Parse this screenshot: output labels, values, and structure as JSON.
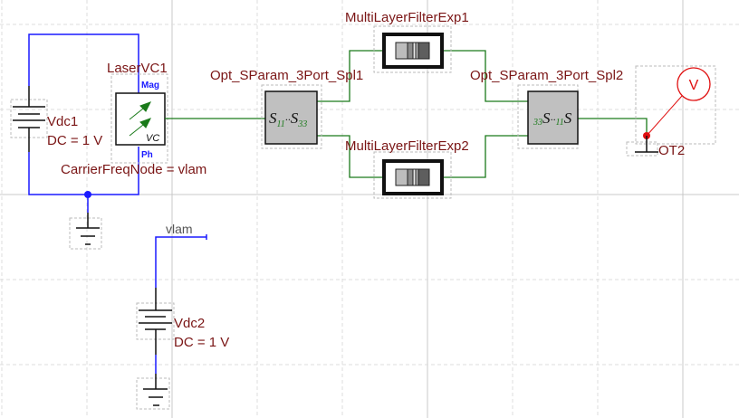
{
  "schematic": {
    "components": {
      "vdc1": {
        "name": "Vdc1",
        "param": "DC = 1 V"
      },
      "vdc2": {
        "name": "Vdc2",
        "param": "DC = 1 V"
      },
      "laser": {
        "name": "LaserVC1",
        "pin_top": "Mag",
        "pin_bottom": "Ph",
        "symbol_text": "VC",
        "param": "CarrierFreqNode = vlam"
      },
      "spl1": {
        "name": "Opt_SParam_3Port_Spl1",
        "s_left": "S",
        "s_left_sub": "11",
        "s_right": "S",
        "s_right_sub": "33"
      },
      "spl2": {
        "name": "Opt_SParam_3Port_Spl2",
        "s_left_sub": "33",
        "s_left": "S",
        "s_right_sub": "11",
        "s_right": "S"
      },
      "filter1": {
        "name": "MultiLayerFilterExp1"
      },
      "filter2": {
        "name": "MultiLayerFilterExp2"
      },
      "probe": {
        "name": "OT2",
        "symbol": "V"
      }
    },
    "wire_labels": {
      "vlam": "vlam"
    },
    "colors": {
      "electrical_wire": "#1a1aff",
      "optical_wire": "#1a7a1a",
      "label": "#7a1515",
      "probe": "#e01010",
      "grid_major": "#c8c8c8",
      "grid_minor": "#dcdcdc"
    }
  }
}
